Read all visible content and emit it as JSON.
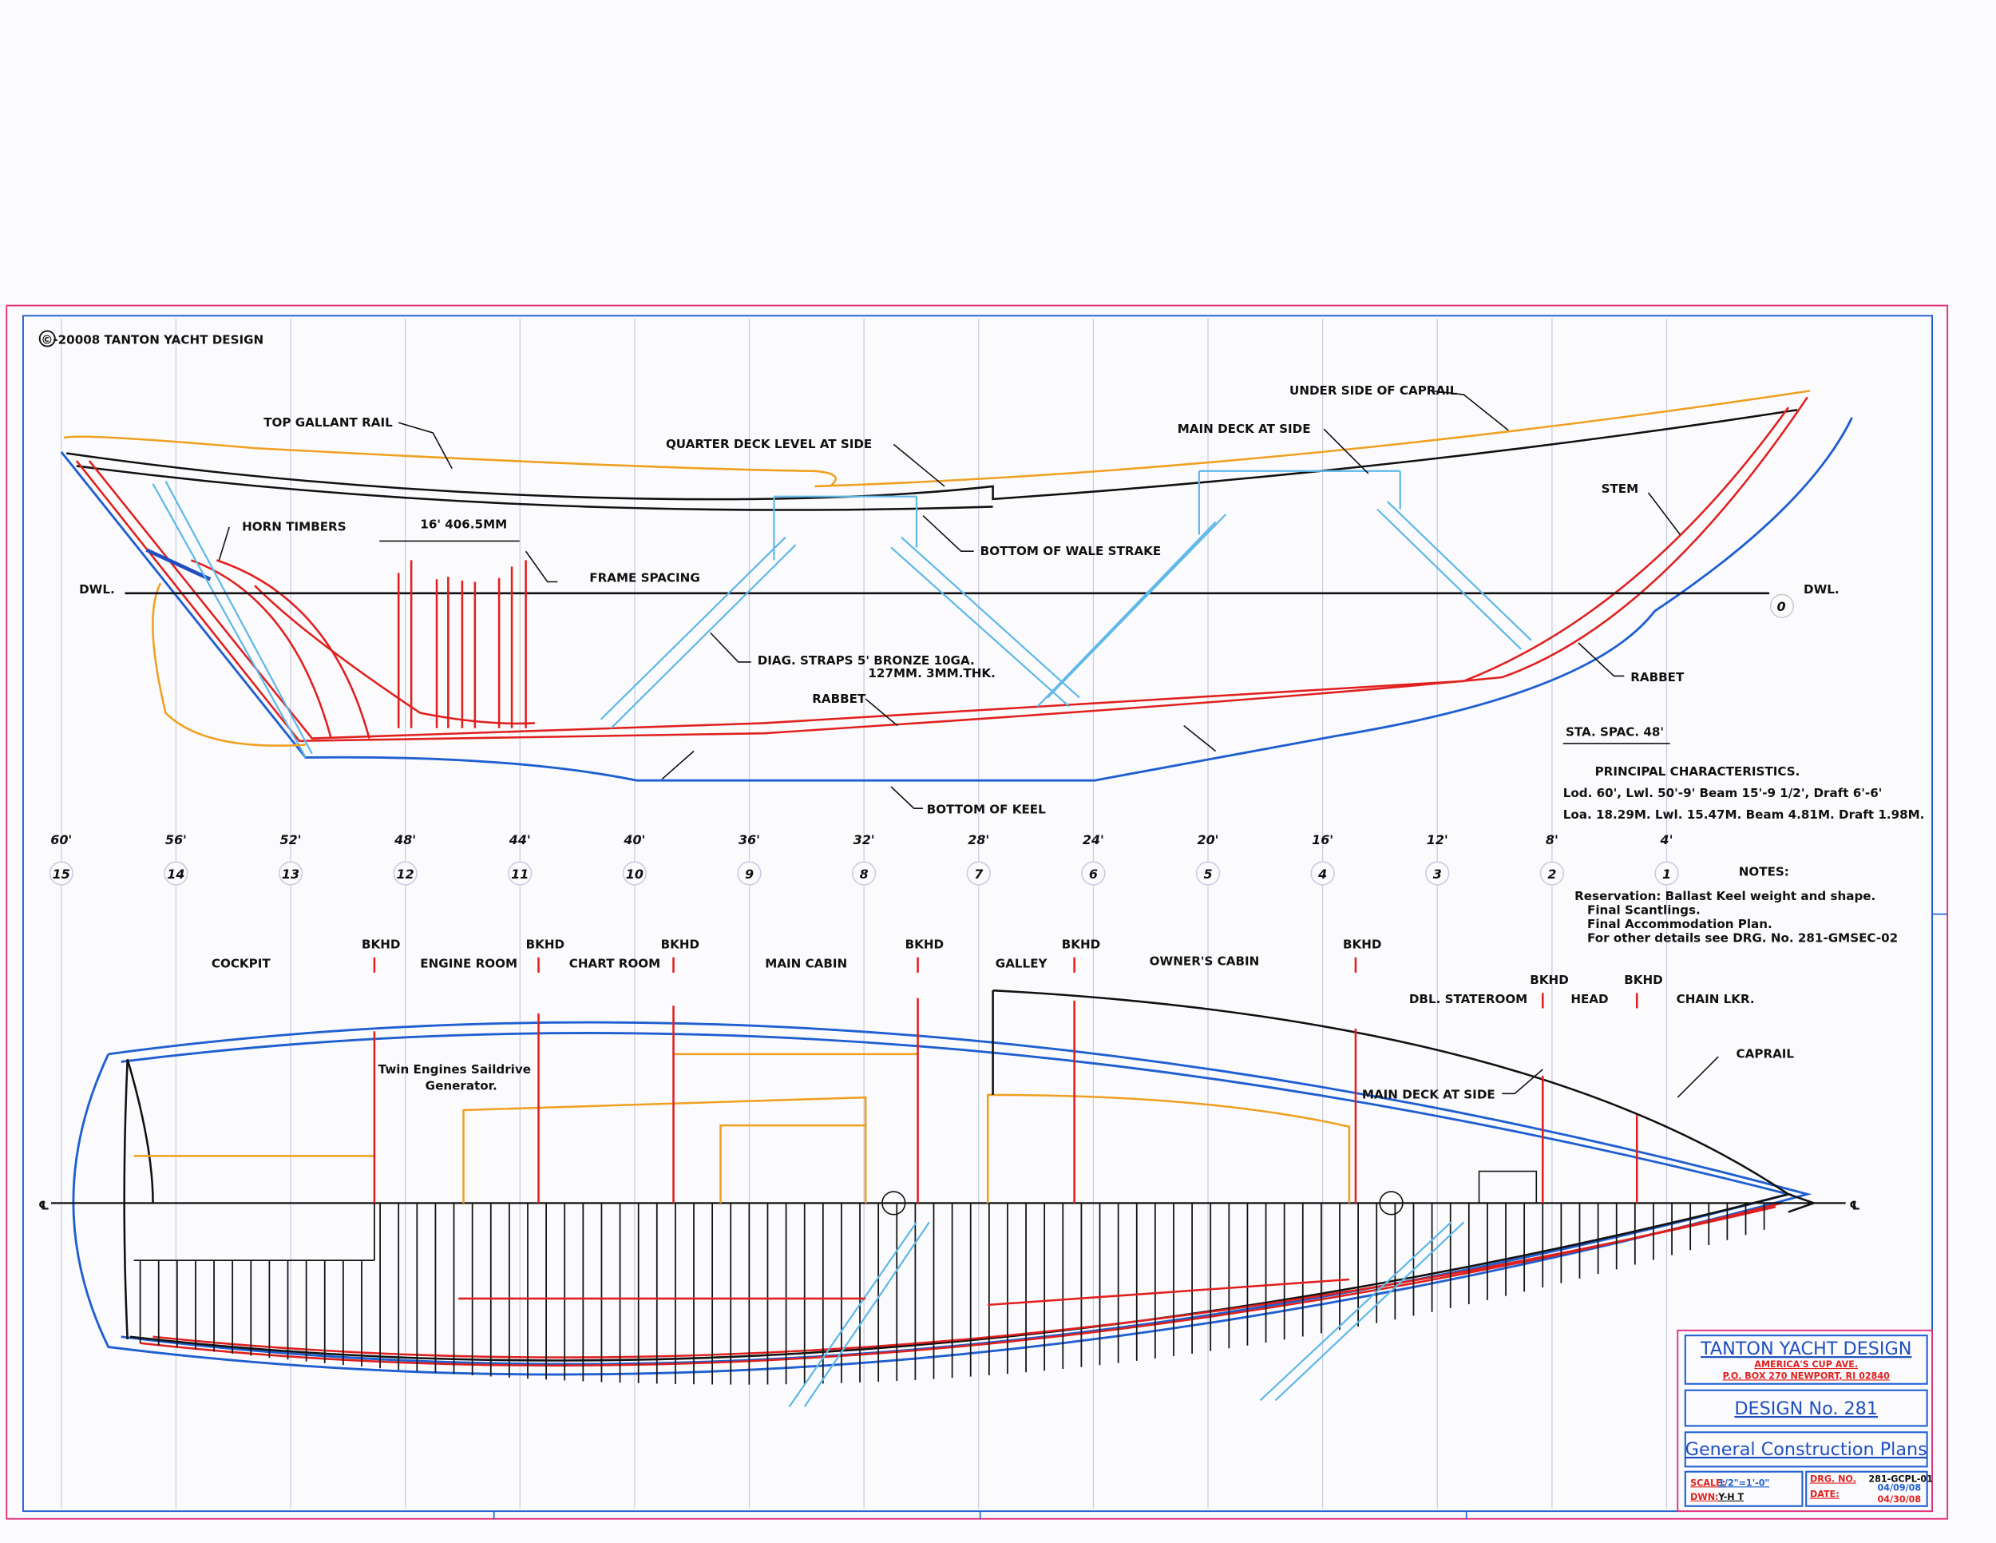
{
  "copyright": "©-20008 TANTON YACHT DESIGN",
  "profile_labels": {
    "top_gallant_rail": "TOP GALLANT RAIL",
    "quarter_deck": "QUARTER DECK LEVEL AT SIDE",
    "main_deck_at_side": "MAIN DECK AT SIDE",
    "under_side_caprail": "UNDER SIDE OF CAPRAIL",
    "horn_timbers": "HORN TIMBERS",
    "frame_spacing_dim": "16' 406.5MM",
    "frame_spacing": "FRAME SPACING",
    "bottom_wale": "BOTTOM OF WALE STRAKE",
    "stem": "STEM",
    "dwl_left": "DWL.",
    "dwl_right": "DWL.",
    "station_zero": "0",
    "diag_straps_1": "DIAG. STRAPS  5' BRONZE 10GA.",
    "diag_straps_2": "127MM. 3MM.THK.",
    "rabbet_aft": "RABBET",
    "rabbet_fwd": "RABBET",
    "bottom_keel": "BOTTOM OF KEEL",
    "sta_spac": "STA. SPAC. 48'"
  },
  "principal": {
    "title": "PRINCIPAL CHARACTERISTICS.",
    "imperial": "Lod. 60', Lwl. 50'-9' Beam 15'-9 1/2', Draft 6'-6'",
    "metric": "Loa. 18.29M. Lwl. 15.47M. Beam 4.81M. Draft 1.98M."
  },
  "stations": [
    {
      "num": "15",
      "ft": "60'"
    },
    {
      "num": "14",
      "ft": "56'"
    },
    {
      "num": "13",
      "ft": "52'"
    },
    {
      "num": "12",
      "ft": "48'"
    },
    {
      "num": "11",
      "ft": "44'"
    },
    {
      "num": "10",
      "ft": "40'"
    },
    {
      "num": "9",
      "ft": "36'"
    },
    {
      "num": "8",
      "ft": "32'"
    },
    {
      "num": "7",
      "ft": "28'"
    },
    {
      "num": "6",
      "ft": "24'"
    },
    {
      "num": "5",
      "ft": "20'"
    },
    {
      "num": "4",
      "ft": "16'"
    },
    {
      "num": "3",
      "ft": "12'"
    },
    {
      "num": "2",
      "ft": "8'"
    },
    {
      "num": "1",
      "ft": "4'"
    }
  ],
  "notes": {
    "title": "NOTES:",
    "lines": [
      "Reservation: Ballast Keel weight and shape.",
      "Final Scantlings.",
      "Final Accommodation Plan.",
      "For other details see DRG. No. 281-GMSEC-02"
    ]
  },
  "plan_labels": {
    "bkhd": "BKHD",
    "cockpit": "COCKPIT",
    "engine_room": "ENGINE ROOM",
    "chart_room": "CHART ROOM",
    "main_cabin": "MAIN CABIN",
    "galley": "GALLEY",
    "owners_cabin": "OWNER'S CABIN",
    "dbl_stateroom": "DBL. STATEROOM",
    "head": "HEAD",
    "chain_lkr": "CHAIN LKR.",
    "caprail": "CAPRAIL",
    "main_deck_at_side": "MAIN DECK AT SIDE",
    "engines_1": "Twin Engines Saildrive",
    "engines_2": "Generator.",
    "cl_left": "℄",
    "cl_right": "℄"
  },
  "title_block": {
    "firm": "TANTON YACHT DESIGN",
    "address_1": "AMERICA'S CUP AVE.",
    "address_2": "P.O. BOX 270 NEWPORT, RI 02840",
    "design": "DESIGN  No. 281",
    "drawing_title": "General Construction Plans",
    "scale_label": "SCALE:",
    "scale_value": "1/2\"=1'-0\"",
    "dwn_label": "DWN:",
    "dwn_value": "Y-H T",
    "drg_label": "DRG. NO.",
    "drg_value": "281-GCPL-01",
    "date_label": "DATE:",
    "date_1": "04/09/08",
    "date_2": "04/30/08"
  },
  "colors": {
    "border": "#e0307a",
    "blue": "#1f5fd0",
    "red": "#e0201e",
    "orange": "#f0a020",
    "light_blue": "#5fb8e8"
  }
}
